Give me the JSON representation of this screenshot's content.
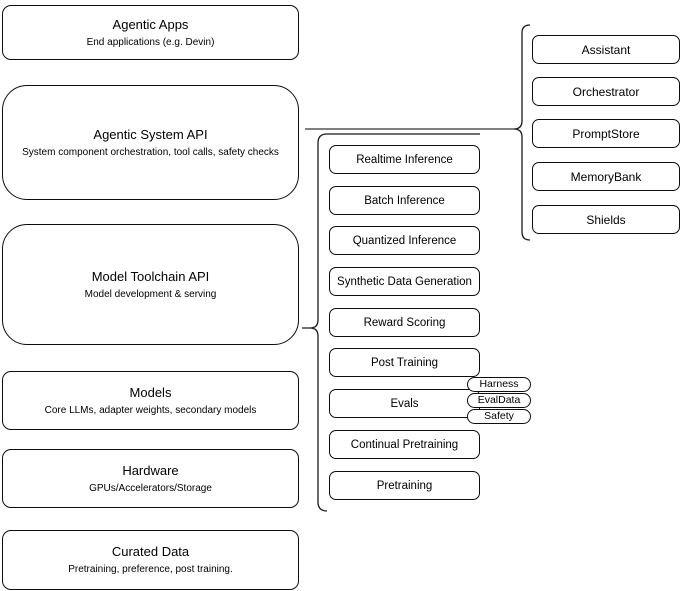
{
  "colors": {
    "background": "#ffffff",
    "node_fill": "#ffffff",
    "stroke": "#000000",
    "connector": "#6e6e6e",
    "text": "#000000"
  },
  "stack": [
    {
      "title": "Agentic Apps",
      "subtitle": "End applications (e.g. Devin)"
    },
    {
      "title": "Agentic System API",
      "subtitle": "System component orchestration, tool calls, safety checks"
    },
    {
      "title": "Model Toolchain API",
      "subtitle": "Model development & serving"
    },
    {
      "title": "Models",
      "subtitle": "Core LLMs, adapter weights, secondary models"
    },
    {
      "title": "Hardware",
      "subtitle": "GPUs/Accelerators/Storage"
    },
    {
      "title": "Curated Data",
      "subtitle": "Pretraining, preference, post training."
    }
  ],
  "toolchain_group": {
    "items": [
      "Realtime Inference",
      "Batch Inference",
      "Quantized Inference",
      "Synthetic Data Generation",
      "Reward Scoring",
      "Post Training",
      "Evals",
      "Continual Pretraining",
      "Pretraining"
    ]
  },
  "evals_tags": [
    "Harness",
    "EvalData",
    "Safety"
  ],
  "system_group": {
    "items": [
      "Assistant",
      "Orchestrator",
      "PromptStore",
      "MemoryBank",
      "Shields"
    ]
  }
}
